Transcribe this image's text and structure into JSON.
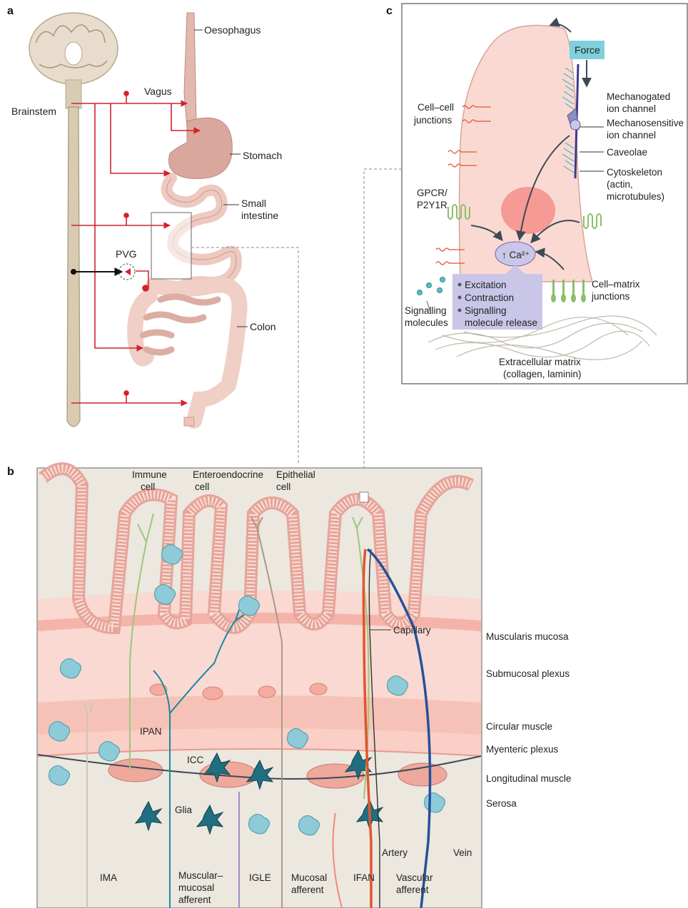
{
  "panels": {
    "a": "a",
    "b": "b",
    "c": "c"
  },
  "panel_a": {
    "oesophagus": "Oesophagus",
    "vagus": "Vagus",
    "brainstem": "Brainstem",
    "stomach": "Stomach",
    "small_intestine_1": "Small",
    "small_intestine_2": "intestine",
    "pvg": "PVG",
    "colon": "Colon"
  },
  "panel_b": {
    "immune_1": "Immune",
    "immune_2": "cell",
    "entero_1": "Enteroendocrine",
    "entero_2": "cell",
    "epi_1": "Epithelial",
    "epi_2": "cell",
    "capillary": "Capillary",
    "muscularis": "Muscularis mucosa",
    "submucosal": "Submucosal plexus",
    "circular": "Circular muscle",
    "myenteric": "Myenteric plexus",
    "longitudinal": "Longitudinal muscle",
    "serosa": "Serosa",
    "ipan": "IPAN",
    "icc": "ICC",
    "glia": "Glia",
    "ima": "IMA",
    "mm_1": "Muscular–",
    "mm_2": "mucosal",
    "mm_3": "afferent",
    "igle": "IGLE",
    "mucosal_1": "Mucosal",
    "mucosal_2": "afferent",
    "ifan": "IFAN",
    "artery": "Artery",
    "vascular_1": "Vascular",
    "vascular_2": "afferent",
    "vein": "Vein"
  },
  "panel_c": {
    "force": "Force",
    "mechanogated_1": "Mechanogated",
    "mechanogated_2": "ion channel",
    "mechanosensitive_1": "Mechanosensitive",
    "mechanosensitive_2": "ion channel",
    "caveolae": "Caveolae",
    "cytoskeleton_1": "Cytoskeleton",
    "cytoskeleton_2": "(actin,",
    "cytoskeleton_3": "microtubules)",
    "cellcell_1": "Cell–cell",
    "cellcell_2": "junctions",
    "gpcr_1": "GPCR/",
    "gpcr_2": "P2Y1R",
    "ca": "↑ Ca²⁺",
    "outcomes": [
      "Excitation",
      "Contraction",
      "Signalling",
      "molecule release"
    ],
    "signalling_1": "Signalling",
    "signalling_2": "molecules",
    "cellmatrix_1": "Cell–matrix",
    "cellmatrix_2": "junctions",
    "ecm_1": "Extracellular matrix",
    "ecm_2": "(collagen, laminin)"
  },
  "colors": {
    "nerve_red": "#d2232a",
    "vein_blue": "#27509b",
    "artery_red": "#e0552f",
    "cell_pink": "#fbd9d3",
    "tissue_pink": "#f7c9bf",
    "teal": "#1d8ea4",
    "green": "#8dbf6a",
    "force_box": "#7fd0dc",
    "ca_purple": "#c9c6e8"
  }
}
